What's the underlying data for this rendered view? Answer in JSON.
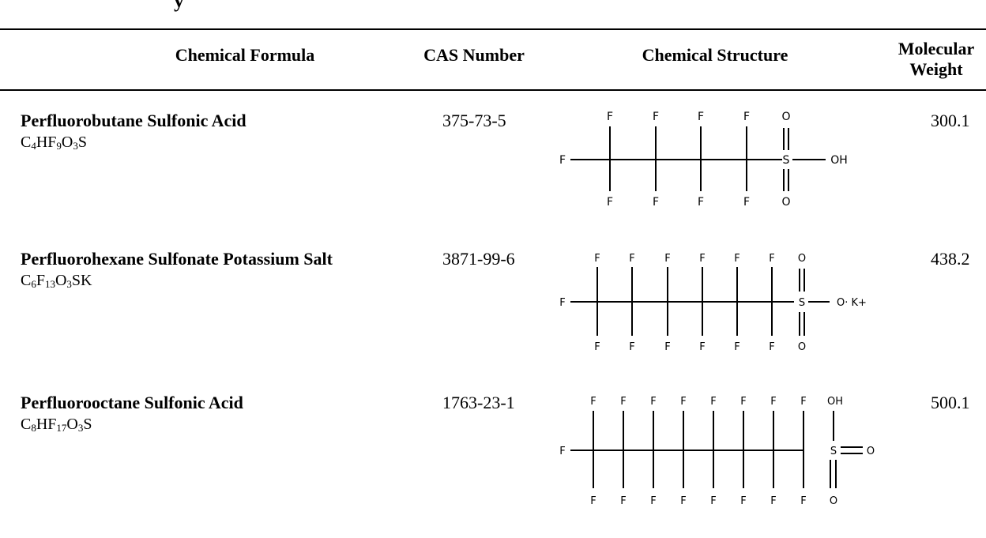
{
  "title_fragment": "y",
  "headers": {
    "formula": "Chemical Formula",
    "cas": "CAS Number",
    "structure": "Chemical Structure",
    "mw_line1": "Molecular",
    "mw_line2": "Weight"
  },
  "rows": [
    {
      "name": "Perfluorobutane Sulfonic Acid",
      "formula_parts": [
        "C",
        "4",
        "HF",
        "9",
        "O",
        "3",
        "S"
      ],
      "cas": "375-73-5",
      "mw": "300.1",
      "atom": "F",
      "head_label": "O",
      "tail_label": "OH",
      "sulfur": "S",
      "oxygen": "O"
    },
    {
      "name": "Perfluorohexane Sulfonate Potassium Salt",
      "formula_parts": [
        "C",
        "6",
        "F",
        "13",
        "O",
        "3",
        "SK"
      ],
      "cas": "3871-99-6",
      "mw": "438.2",
      "atom": "F",
      "head_label": "O",
      "tail_label": "O· K+",
      "sulfur": "S",
      "oxygen": "O"
    },
    {
      "name": "Perfluorooctane Sulfonic Acid",
      "formula_parts": [
        "C",
        "8",
        "HF",
        "17",
        "O",
        "3",
        "S"
      ],
      "cas": "1763-23-1",
      "mw": "500.1",
      "atom": "F",
      "head_label": "OH",
      "tail_label": "O",
      "sulfur": "S",
      "oxygen": "O"
    }
  ]
}
